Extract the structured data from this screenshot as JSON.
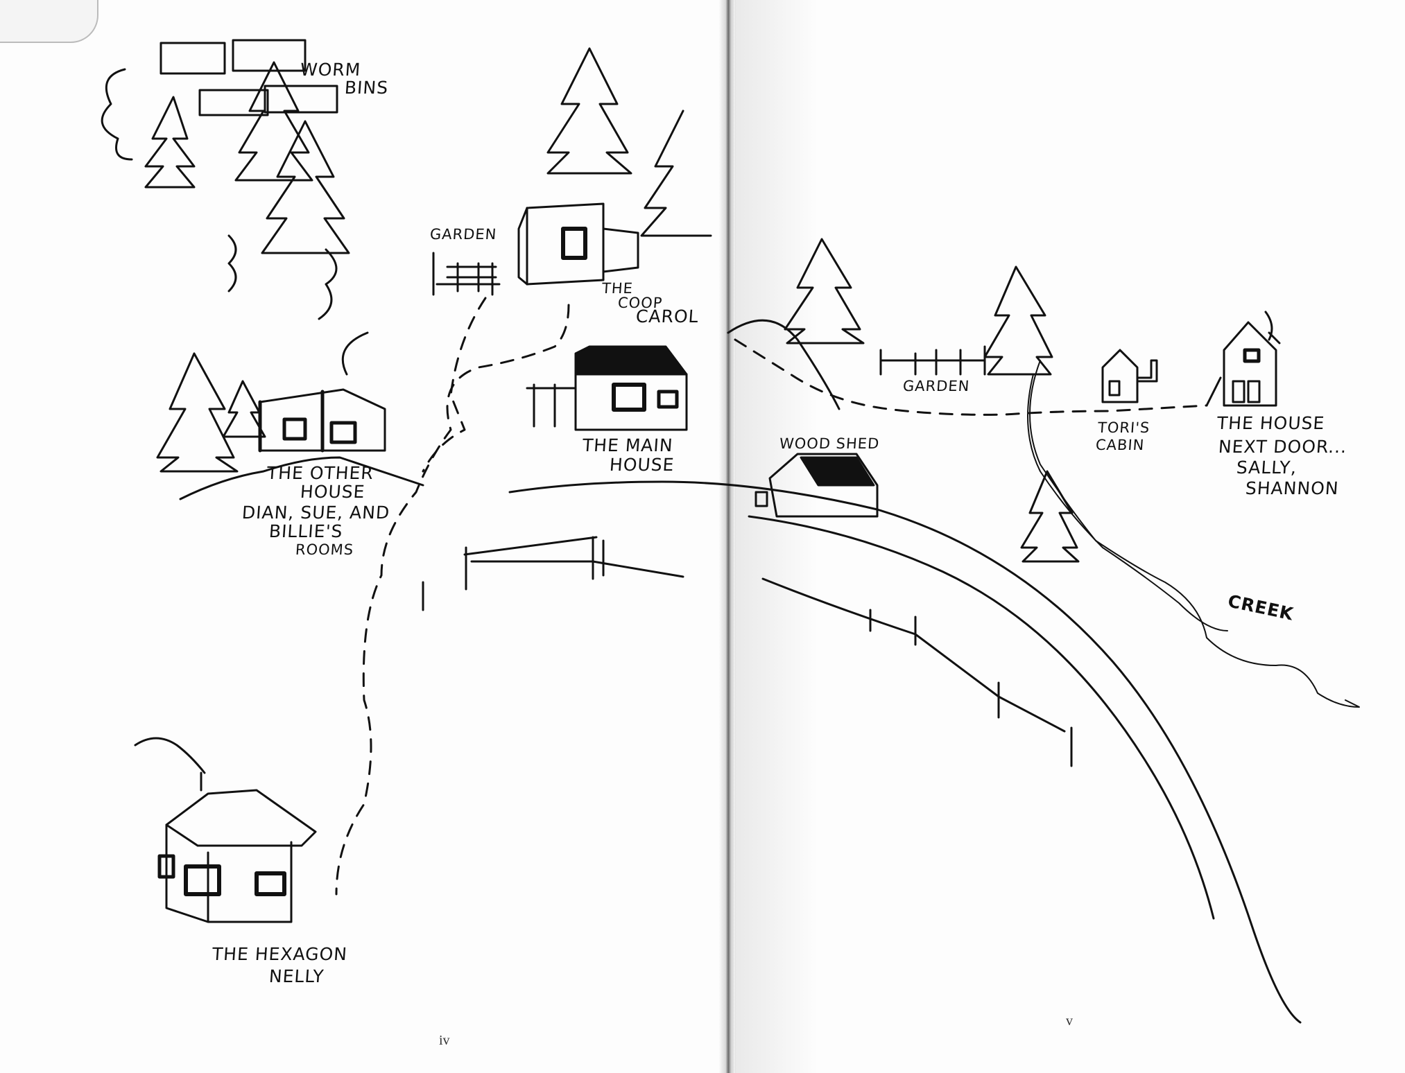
{
  "map": {
    "labels": {
      "worm_bins_1": "WORM",
      "worm_bins_2": "BINS",
      "garden_left": "GARDEN",
      "coop_1": "THE",
      "coop_2": "COOP",
      "coop_3": "CAROL",
      "other_house_1": "THE OTHER",
      "other_house_2": "HOUSE",
      "other_house_3": "DIAN, SUE, AND",
      "other_house_4": "BILLIE'S",
      "other_house_5": "ROOMS",
      "main_house_1": "THE MAIN",
      "main_house_2": "HOUSE",
      "wood_shed": "WOOD SHED",
      "garden_right": "GARDEN",
      "toris_cabin_1": "TORI'S",
      "toris_cabin_2": "CABIN",
      "next_door_1": "THE HOUSE",
      "next_door_2": "NEXT DOOR...",
      "next_door_3": "SALLY,",
      "next_door_4": "SHANNON",
      "creek": "CREEK",
      "hexagon_1": "THE HEXAGON",
      "hexagon_2": "NELLY"
    },
    "page_numbers": {
      "left": "iv",
      "right": "v"
    },
    "colors": {
      "ink": "#111111",
      "paper": "#fdfdfd"
    }
  }
}
